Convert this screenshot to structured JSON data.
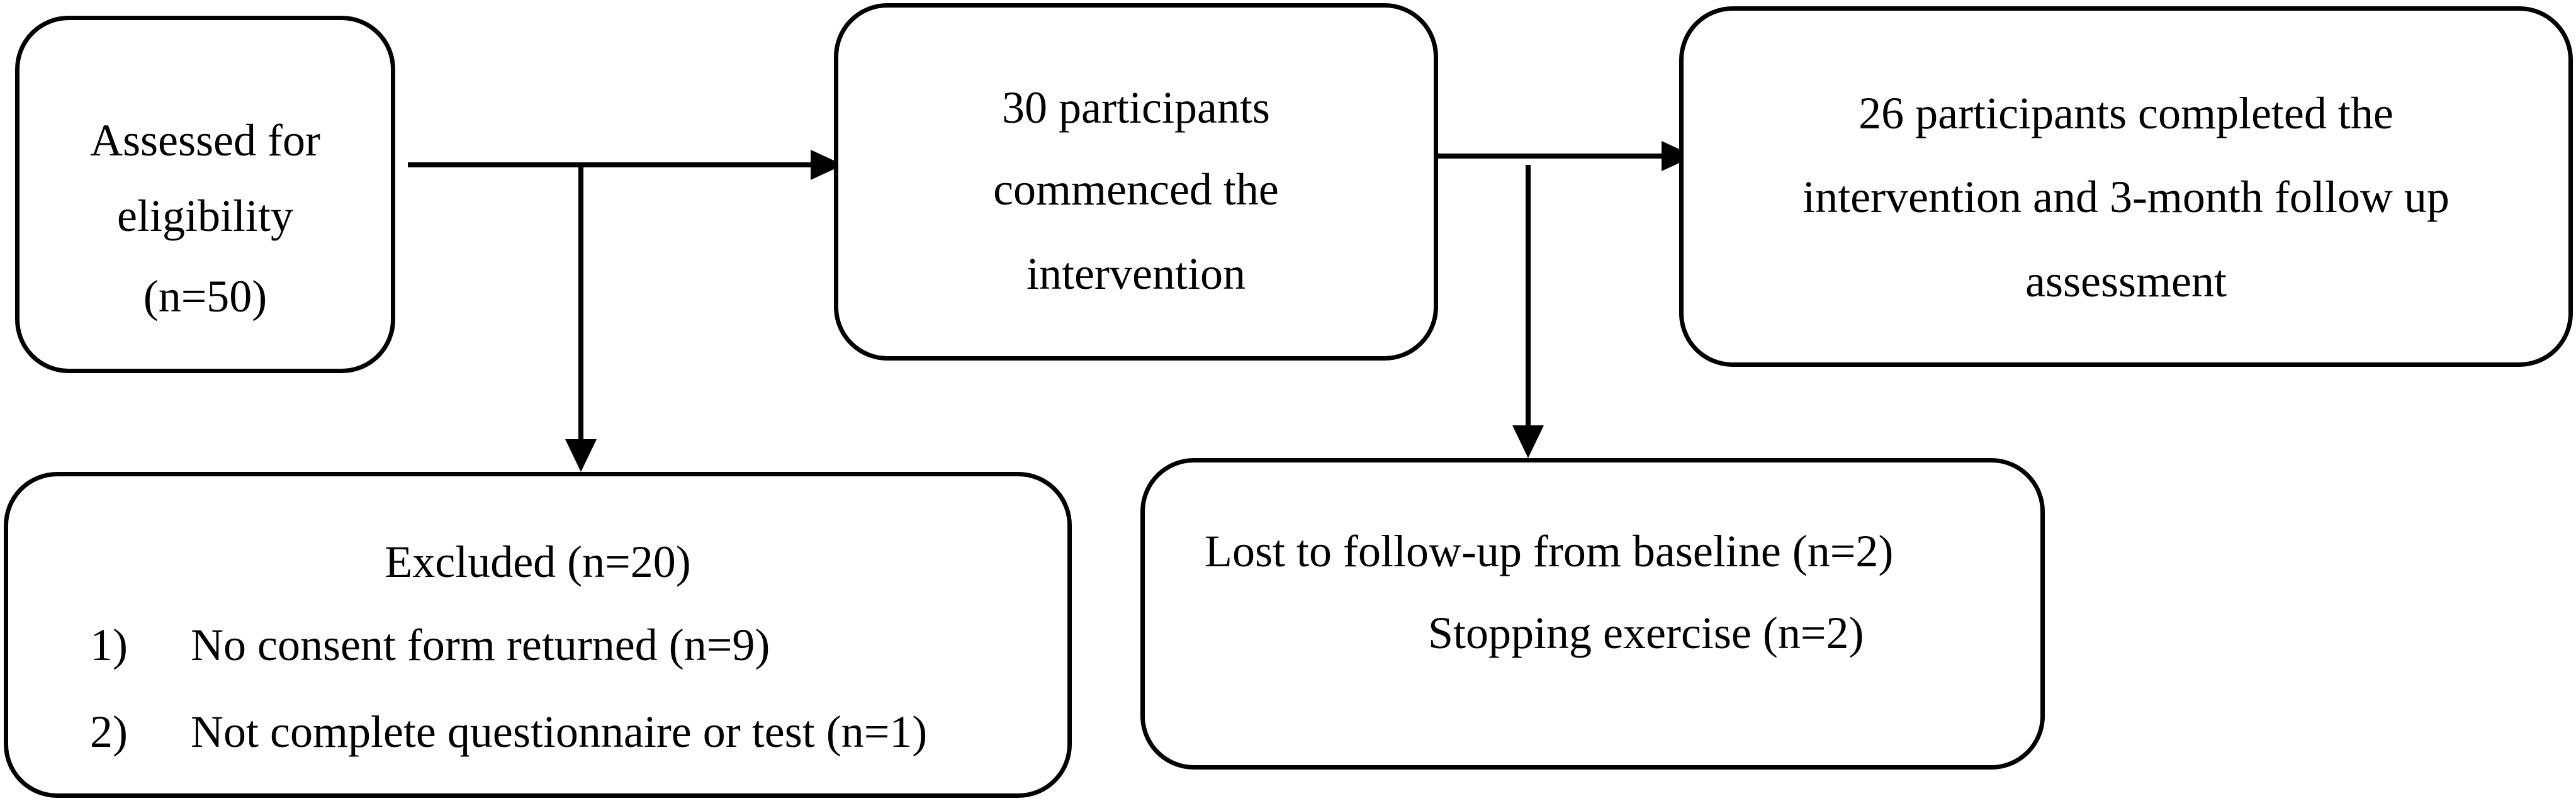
{
  "diagram": {
    "assessed": {
      "lines": [
        "Assessed for",
        "eligibility",
        "(n=50)"
      ]
    },
    "commenced": {
      "lines": [
        "30 participants",
        "commenced the",
        "intervention"
      ]
    },
    "completed": {
      "lines": [
        "26 participants completed the",
        "intervention and 3-month follow up",
        "assessment"
      ]
    },
    "excluded": {
      "title": "Excluded (n=20)",
      "items": [
        {
          "number": "1)",
          "text": "No consent form returned (n=9)"
        },
        {
          "number": "2)",
          "text": "Not complete questionnaire or test (n=1)"
        }
      ]
    },
    "lost": {
      "lines": [
        "Lost to follow-up from baseline (n=2)",
        "Stopping exercise (n=2)"
      ]
    }
  }
}
